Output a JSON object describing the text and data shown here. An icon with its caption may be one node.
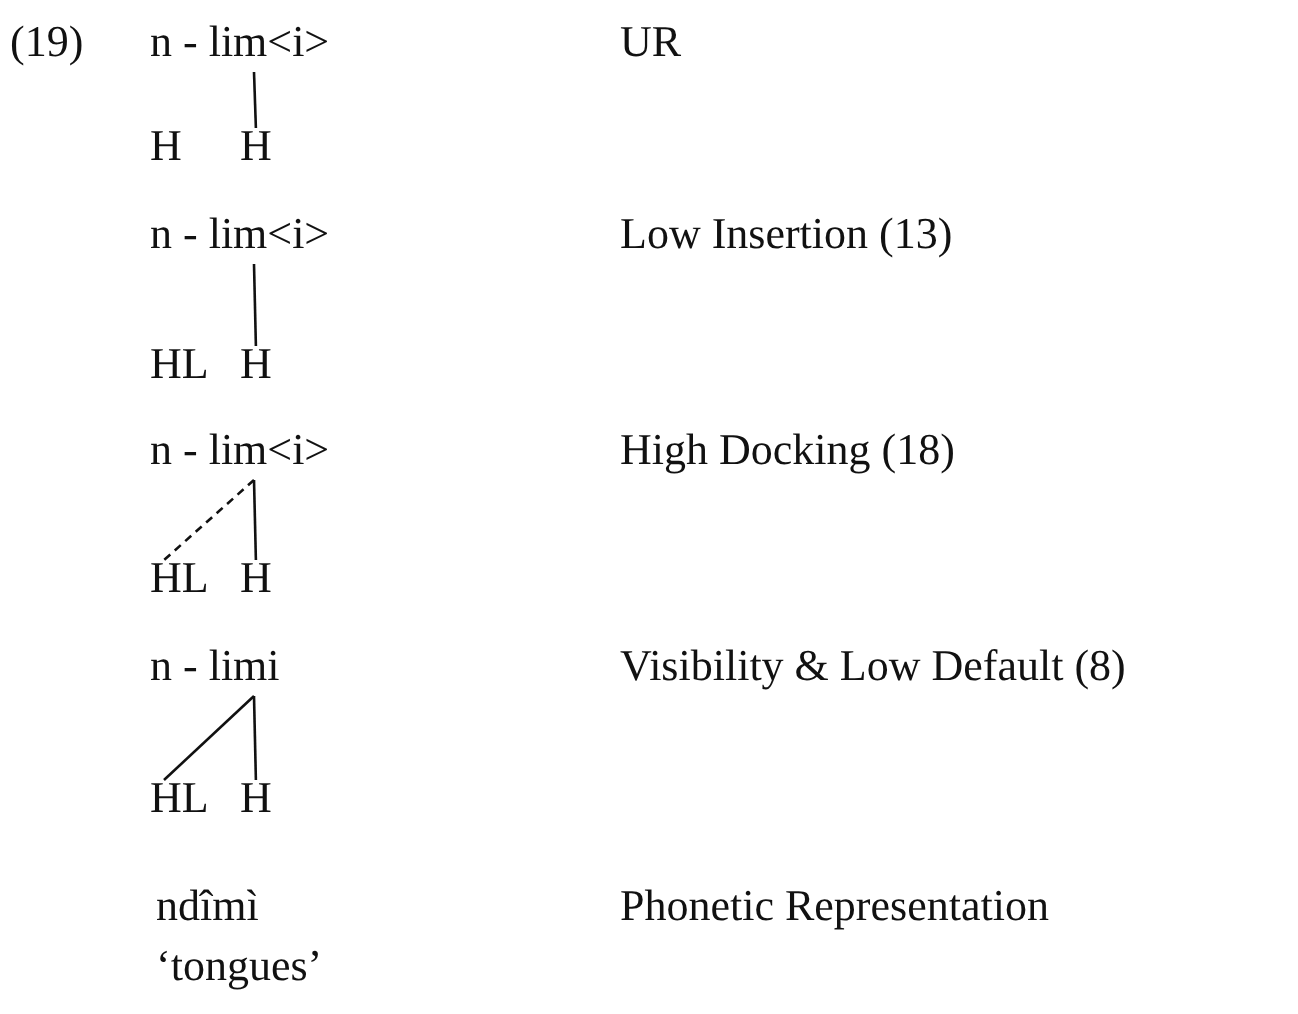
{
  "diagram": {
    "nodes": [
      {
        "text": [
          "n - lim<i>"
        ]
      },
      {
        "text": [
          "H"
        ]
      },
      {
        "text": [
          "H"
        ]
      },
      {
        "text": [
          "n - lim<i>"
        ]
      },
      {
        "text": [
          "HL"
        ]
      },
      {
        "text": [
          "H"
        ]
      },
      {
        "text": [
          "n - lim<i>"
        ]
      },
      {
        "text": [
          "HL"
        ]
      },
      {
        "text": [
          "H"
        ]
      },
      {
        "text": [
          "n - limi"
        ]
      },
      {
        "text": [
          "HL"
        ]
      },
      {
        "text": [
          "H"
        ]
      }
    ],
    "edges": [
      {
        "from": 0,
        "to": 2,
        "arrow": "none"
      },
      {
        "from": 3,
        "to": 5,
        "arrow": "none"
      },
      {
        "from": 6,
        "to": 7,
        "arrow": "none",
        "style": "dashed"
      },
      {
        "from": 6,
        "to": 8,
        "arrow": "none"
      },
      {
        "from": 9,
        "to": 10,
        "arrow": "none"
      },
      {
        "from": 9,
        "to": 11,
        "arrow": "none"
      }
    ],
    "labels": [
      "(19)",
      "UR",
      "Low Insertion (13)",
      "High Docking (18)",
      "Visibility & Low Default (8)",
      "ndîmì",
      "Phonetic Representation",
      "‘tongues’"
    ]
  }
}
